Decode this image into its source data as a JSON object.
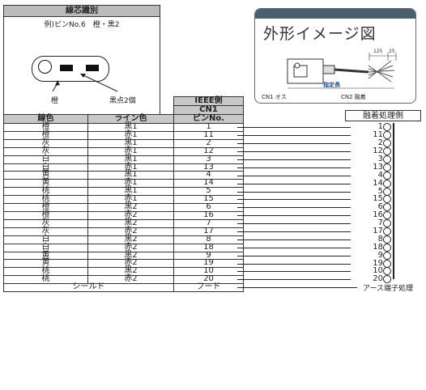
{
  "legend": {
    "title": "線芯識別",
    "example": "例)ピンNo.6　橙・黒2",
    "label_orange": "橙",
    "label_black": "黒点2個"
  },
  "image_box": {
    "title": "外形イメージ図",
    "cn1": "CN1 オス",
    "cn2": "CN2 融着",
    "dim_125": "125",
    "dim_25": "25",
    "specified_length": "指定長"
  },
  "header": {
    "ieee": "IEEE側",
    "cn1": "CN1",
    "col1": "線色",
    "col2": "ライン色",
    "col3": "ピンNo.",
    "fusion_side": "融着処理側"
  },
  "rows": [
    {
      "color": "橙",
      "line": "黒1",
      "pin": "1"
    },
    {
      "color": "橙",
      "line": "赤1",
      "pin": "11"
    },
    {
      "color": "灰",
      "line": "黒1",
      "pin": "2"
    },
    {
      "color": "灰",
      "line": "赤1",
      "pin": "12"
    },
    {
      "color": "白",
      "line": "黒1",
      "pin": "3"
    },
    {
      "color": "白",
      "line": "赤1",
      "pin": "13"
    },
    {
      "color": "黄",
      "line": "黒1",
      "pin": "4"
    },
    {
      "color": "黄",
      "line": "赤1",
      "pin": "14"
    },
    {
      "color": "桃",
      "line": "黒1",
      "pin": "5"
    },
    {
      "color": "桃",
      "line": "赤1",
      "pin": "15"
    },
    {
      "color": "橙",
      "line": "黒2",
      "pin": "6"
    },
    {
      "color": "橙",
      "line": "赤2",
      "pin": "16"
    },
    {
      "color": "灰",
      "line": "黒2",
      "pin": "7"
    },
    {
      "color": "灰",
      "line": "赤2",
      "pin": "17"
    },
    {
      "color": "白",
      "line": "黒2",
      "pin": "8"
    },
    {
      "color": "白",
      "line": "赤2",
      "pin": "18"
    },
    {
      "color": "黄",
      "line": "黒2",
      "pin": "9"
    },
    {
      "color": "黄",
      "line": "赤2",
      "pin": "19"
    },
    {
      "color": "桃",
      "line": "黒2",
      "pin": "10"
    },
    {
      "color": "桃",
      "line": "赤2",
      "pin": "20"
    }
  ],
  "shield": {
    "label": "シールド",
    "pin": "フード",
    "earth": "アース端子処理"
  },
  "colors": {
    "header_bg": "#c8c8c8",
    "box_bar": "#4a5f6f"
  }
}
